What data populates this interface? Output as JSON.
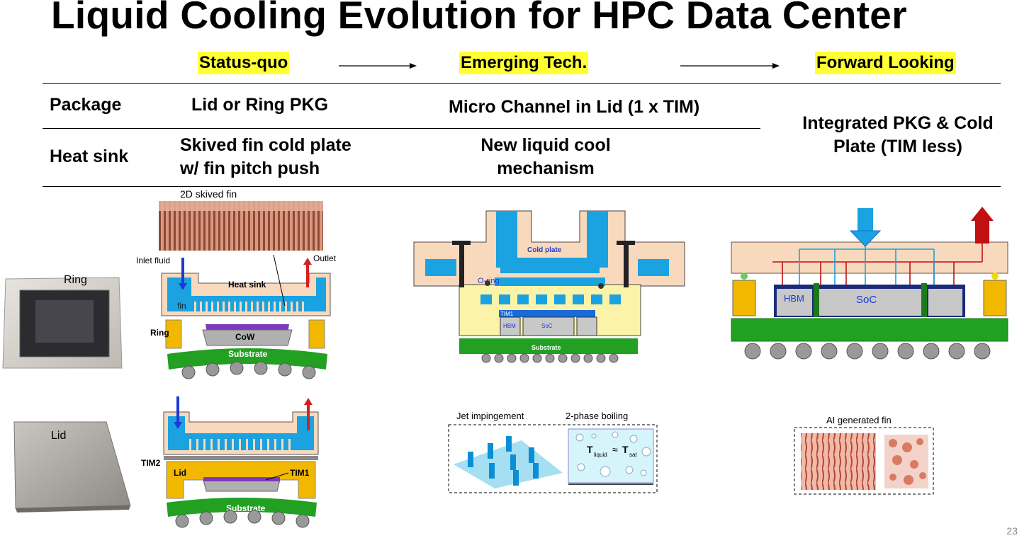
{
  "slide": {
    "title": "Liquid Cooling Evolution for HPC Data Center",
    "page_number": "23"
  },
  "stages": {
    "status_quo": "Status-quo",
    "emerging": "Emerging Tech.",
    "forward": "Forward Looking"
  },
  "rows": {
    "package_label": "Package",
    "heatsink_label": "Heat sink",
    "package_status": "Lid or Ring PKG",
    "package_emerging": "Micro Channel in Lid (1 x TIM)",
    "heatsink_status_line1": "Skived fin cold plate",
    "heatsink_status_line2": "w/ fin pitch push",
    "heatsink_emerging_line1": "New liquid cool",
    "heatsink_emerging_line2": "mechanism",
    "forward_line1": "Integrated PKG & Cold",
    "forward_line2": "Plate (TIM less)"
  },
  "figures": {
    "ring_photo_label": "Ring",
    "lid_photo_label": "Lid",
    "skived_fin_caption": "2D skived fin",
    "inlet_label": "Inlet fluid",
    "outlet_label": "Outlet",
    "heat_sink_label": "Heat sink",
    "fin_label": "fin",
    "ring_label": "Ring",
    "cow_label": "CoW",
    "substrate_label": "Substrate",
    "tim2_label": "TIM2",
    "lid_label": "Lid",
    "tim1_label": "TIM1",
    "cold_plate_label": "Cold plate",
    "o_ring_label": "O-ring",
    "emerging_tim1_label": "TIM1",
    "hbm_label": "HBM",
    "soc_label": "SoC",
    "jet_caption": "Jet impingement",
    "boiling_caption": "2-phase boiling",
    "t_liquid": "T",
    "t_liquid_sub": "liquid",
    "approx": "≈",
    "t_sat": "T",
    "t_sat_sub": "sat",
    "ai_fin_caption": "AI generated fin"
  },
  "colors": {
    "highlight": "#ffff33",
    "lid_fill": "#f9d9bd",
    "water": "#1aa3e0",
    "substrate": "#22a022",
    "arrow_in": "#1a3ad6",
    "arrow_out": "#d62020",
    "ring_gold": "#f2b800"
  }
}
